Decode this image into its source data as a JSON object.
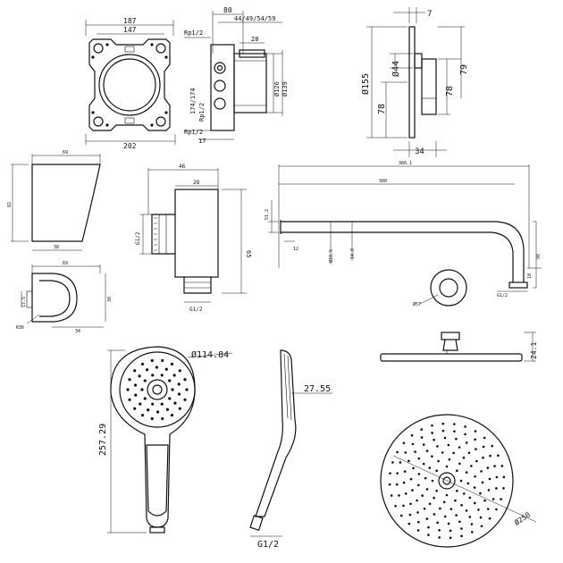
{
  "box": {
    "w_outer": "187",
    "w_inner": "147",
    "w_bottom": "202",
    "rp_top": "Rp1/2",
    "rp_side": "Rp1/2",
    "rp_bottom": "Rp1/2",
    "center": "174/174"
  },
  "box_side": {
    "d_80": "80",
    "range": "44/49/54/59",
    "d_28": "28",
    "d_126": "Ø126",
    "d_139": "Ø139",
    "d_17": "17"
  },
  "plate": {
    "d_7": "7",
    "d_155": "Ø155",
    "d_44": "Ø44",
    "d_78_left": "78",
    "d_78_right": "78",
    "d_79": "79",
    "d_34": "34"
  },
  "spout": {
    "w_top": "69",
    "h": "82",
    "w_bottom": "38"
  },
  "holder": {
    "w": "69",
    "h": "38",
    "d_small": "17.5",
    "d_ring": "R36",
    "d_34": "34"
  },
  "elbow": {
    "d_46": "46",
    "d_28": "28",
    "h_65": "65",
    "g_side": "G1/2",
    "g_bottom": "G1/2"
  },
  "arm": {
    "total": "366.1",
    "d_300": "300",
    "h_d": "51.2",
    "pipe_d": "Ø18.5",
    "d_12": "12",
    "h_14": "14.8",
    "h_98": "98",
    "d_10": "10",
    "g": "G1/2",
    "flange_d": "Ø57"
  },
  "handshower": {
    "diameter": "Ø114.84",
    "length": "257.29",
    "depth": "27.55",
    "thread": "G1/2"
  },
  "overhead": {
    "height": "24.1",
    "diameter": "Ø250"
  }
}
